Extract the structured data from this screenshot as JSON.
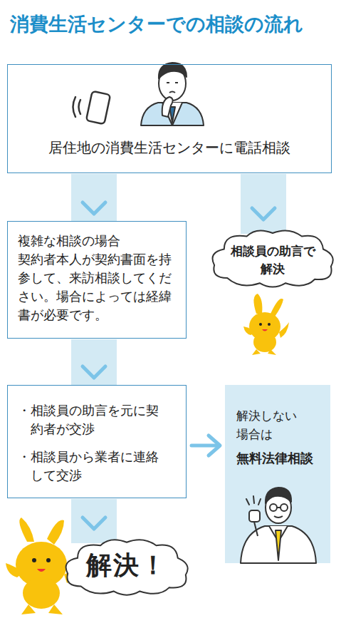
{
  "diagram": {
    "title": "消費生活センターでの相談の流れ",
    "nodes": [
      {
        "text": [
          "居住地の消費生活センターに電話相談"
        ]
      },
      {
        "text": [
          "複雑な相談の場合",
          "契約者本人が契約書面を持参して、来訪相談してください。場合によっては経緯書が必要です。"
        ]
      },
      {
        "text": [
          "相談員の助言で 解決"
        ]
      },
      {
        "text": [
          "・相談員の助言を元に契約者が交渉",
          "・相談員から業者に連絡して交渉"
        ]
      },
      {
        "text": [
          "解決しない 場合は",
          "無料法律相談"
        ]
      },
      {
        "text": [
          "解決！"
        ]
      }
    ],
    "edges": [
      {
        "from": 0,
        "to": 1,
        "arrow": "to"
      },
      {
        "from": 0,
        "to": 2,
        "arrow": "to"
      },
      {
        "from": 1,
        "to": 3,
        "arrow": "to"
      },
      {
        "from": 3,
        "to": 4,
        "arrow": "to"
      },
      {
        "from": 3,
        "to": 5,
        "arrow": "to"
      }
    ]
  }
}
